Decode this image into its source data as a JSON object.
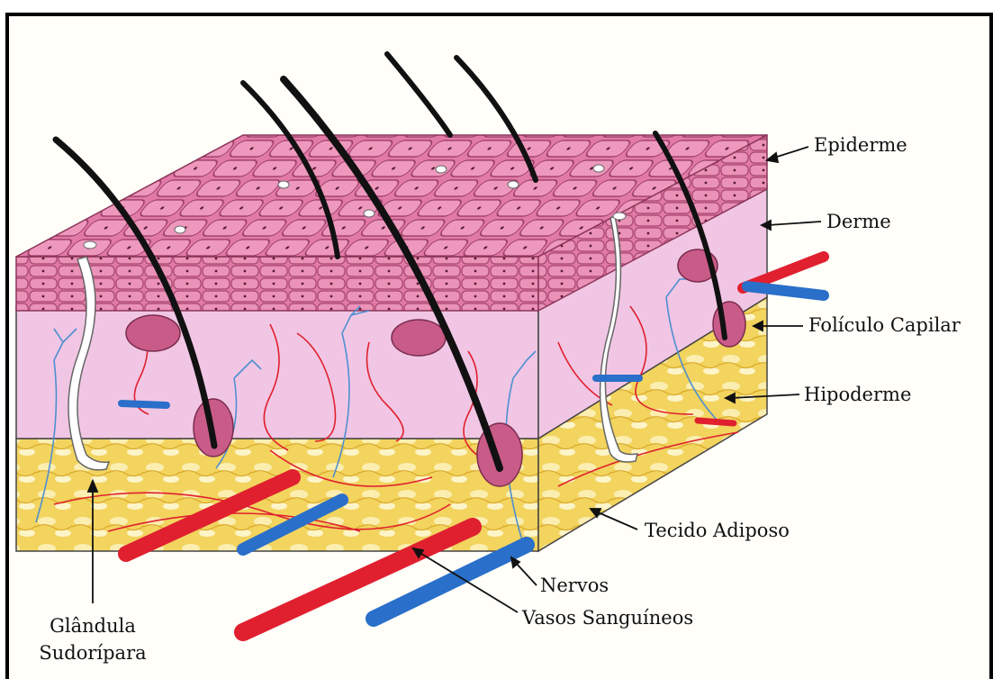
{
  "labels": {
    "epiderme": "Epiderme",
    "derme": "Derme",
    "foliculo": "Folículo Capilar",
    "hipoderme": "Hipoderme",
    "tecido": "Tecido Adiposo",
    "nervos": "Nervos",
    "vasos": "Vasos Sanguíneos",
    "glandula_line1": "Glândula",
    "glandula_line2": "Sudorípara"
  },
  "colors": {
    "epidermis": "#e07aa6",
    "epidermis_dark": "#b44f7d",
    "dermis": "#f1c6e4",
    "hypodermis": "#f3d866",
    "artery": "#e0202f",
    "vein": "#2a6fc9",
    "hair": "#111111",
    "nerve": "#4f8fd0"
  }
}
